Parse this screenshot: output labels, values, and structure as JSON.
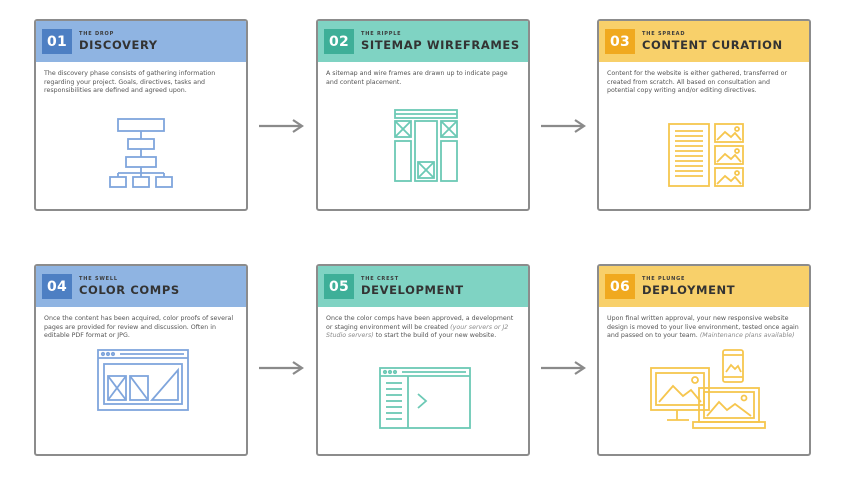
{
  "colors": {
    "blue_header": "#8fb4e2",
    "blue_badge": "#4d7fc3",
    "blue_icon": "#7fa5dc",
    "teal_header": "#7fd3c3",
    "teal_badge": "#3eaf98",
    "teal_icon": "#6cc9b5",
    "yellow_header": "#f8d06a",
    "yellow_badge": "#f0a91f",
    "yellow_icon": "#f6c64e",
    "arrow": "#8a8a8a"
  },
  "steps": [
    {
      "number": "01",
      "subtitle": "THE DROP",
      "title": "DISCOVERY",
      "color": "blue",
      "description": "The discovery phase consists of gathering information regarding your project. Goals, directives, tasks and responsibilities are defined and agreed upon.",
      "note": "",
      "icon": "sitemap-hierarchy-icon"
    },
    {
      "number": "02",
      "subtitle": "THE RIPPLE",
      "title": "SITEMAP WIREFRAMES",
      "color": "teal",
      "description": "A sitemap and wire frames are drawn up to indicate page and content placement.",
      "note": "",
      "icon": "wireframe-layout-icon"
    },
    {
      "number": "03",
      "subtitle": "THE SPREAD",
      "title": "CONTENT CURATION",
      "color": "yellow",
      "description": "Content for the website is either gathered, transferred or created from scratch. All based on consultation and potential copy writing and/or editing directives.",
      "note": "",
      "icon": "document-images-icon"
    },
    {
      "number": "04",
      "subtitle": "THE SWELL",
      "title": "COLOR COMPS",
      "color": "blue",
      "description": "Once the content has been acquired, color proofs of several pages are provided for review and discussion. Often in editable PDF format or JPG.",
      "note": "",
      "icon": "browser-comp-icon"
    },
    {
      "number": "05",
      "subtitle": "THE CREST",
      "title": "DEVELOPMENT",
      "color": "teal",
      "description": "Once the color comps have been approved, a development or staging environment will be created",
      "note": "(your servers or J2 Studio servers)",
      "description_tail": "to start the build of your new website.",
      "icon": "code-editor-icon"
    },
    {
      "number": "06",
      "subtitle": "THE PLUNGE",
      "title": "DEPLOYMENT",
      "color": "yellow",
      "description": "Upon final written approval, your new responsive website design is moved to your live environment, tested once again and passed on to your team.",
      "note": "(Maintenance plans available)",
      "icon": "responsive-devices-icon"
    }
  ]
}
